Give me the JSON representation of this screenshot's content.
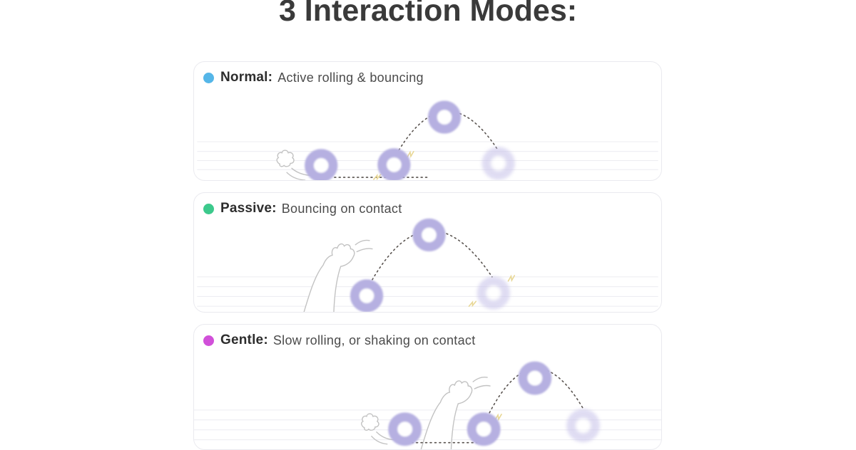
{
  "title": "3 Interaction Modes:",
  "panels": [
    {
      "label": "Normal:",
      "description": "Active rolling & bouncing",
      "dot_color": "#55b6e8"
    },
    {
      "label": "Passive:",
      "description": "Bouncing on contact",
      "dot_color": "#3cc98c"
    },
    {
      "label": "Gentle:",
      "description": "Slow rolling, or shaking on contact",
      "dot_color": "#d150d9"
    }
  ],
  "colors": {
    "title_text": "#3a3a3a",
    "ball": "#b6b0e1",
    "ball_faded": "#c6c1e9",
    "trajectory": "#57514d",
    "ground_line": "#ececf1",
    "paw_outline": "#c2c2c2",
    "impact": "#e8d795",
    "panel_border": "#eaeaef"
  },
  "icons": {
    "mode_dot": "filled-circle",
    "paw_swipe": "paw-print-with-motion-lines",
    "cat_paw": "cat-arm-swatting",
    "impact_spark": "yellow-zigzag",
    "ball": "blurred-donut-ball"
  }
}
